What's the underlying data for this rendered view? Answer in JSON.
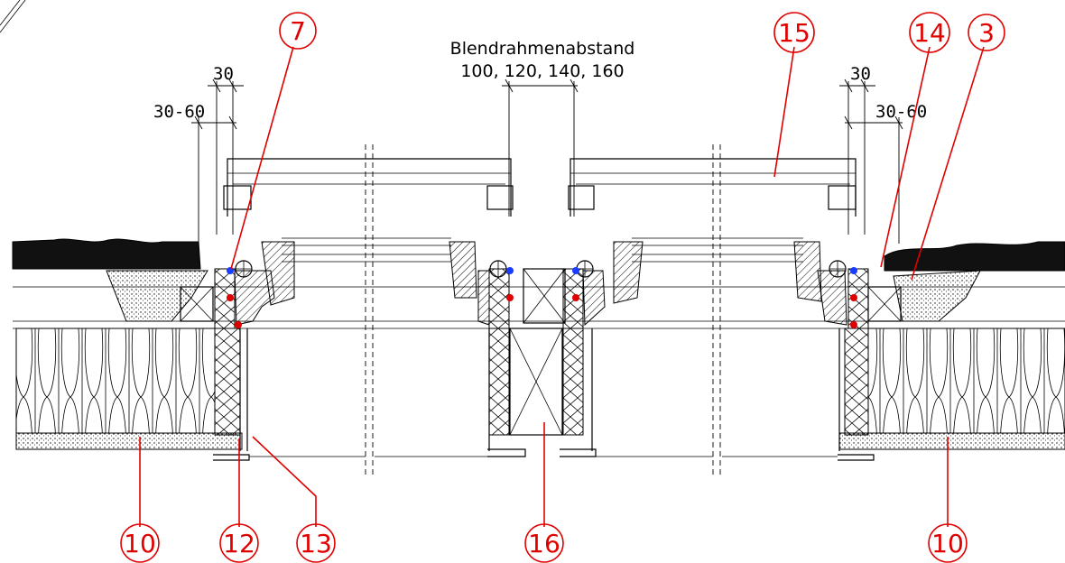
{
  "title": {
    "line1": "Blendrahmenabstand",
    "line2": "100, 120, 140, 160"
  },
  "dimensions": {
    "left_small": "30",
    "left_range": "30-60",
    "right_small": "30",
    "right_range": "30-60"
  },
  "callouts": [
    {
      "id": "c7",
      "label": "7"
    },
    {
      "id": "c15",
      "label": "15"
    },
    {
      "id": "c14",
      "label": "14"
    },
    {
      "id": "c3",
      "label": "3"
    },
    {
      "id": "c10a",
      "label": "10"
    },
    {
      "id": "c12",
      "label": "12"
    },
    {
      "id": "c13",
      "label": "13"
    },
    {
      "id": "c16",
      "label": "16"
    },
    {
      "id": "c10b",
      "label": "10"
    }
  ],
  "colors": {
    "callout": "#e00000",
    "seal_blue": "#1a3cff",
    "seal_red": "#e00000"
  }
}
